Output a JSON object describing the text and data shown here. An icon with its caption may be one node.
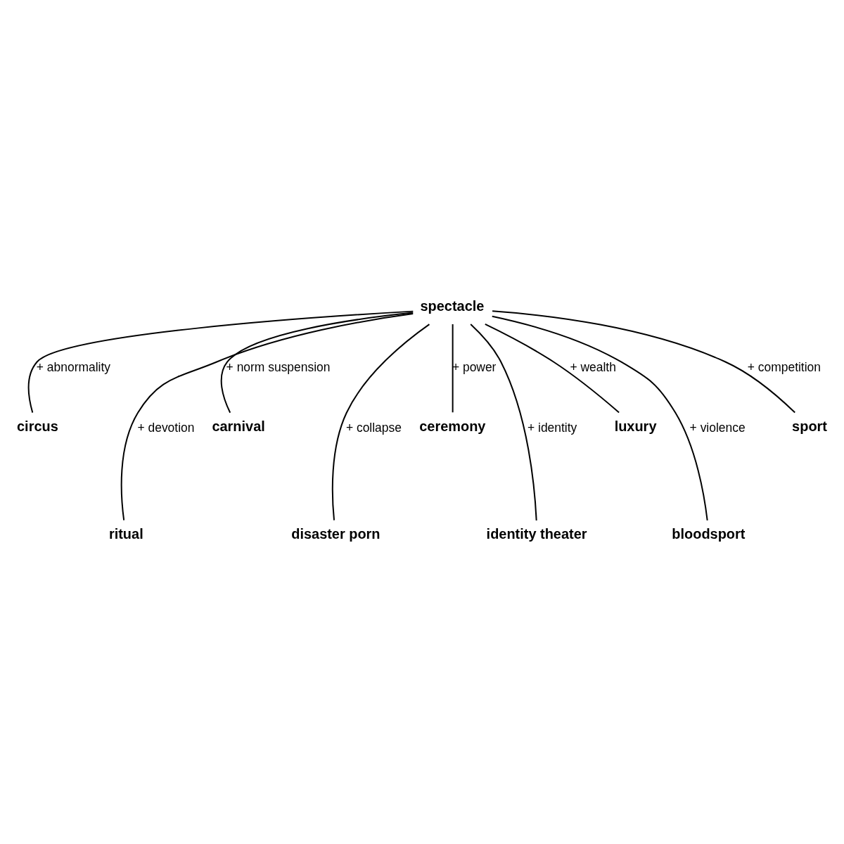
{
  "diagram": {
    "nodes": [
      {
        "text": [
          "spectacle"
        ]
      },
      {
        "text": [
          "circus"
        ]
      },
      {
        "text": [
          "carnival"
        ]
      },
      {
        "text": [
          "ceremony"
        ]
      },
      {
        "text": [
          "luxury"
        ]
      },
      {
        "text": [
          "sport"
        ]
      },
      {
        "text": [
          "ritual"
        ]
      },
      {
        "text": [
          "disaster porn"
        ]
      },
      {
        "text": [
          "identity theater"
        ]
      },
      {
        "text": [
          "bloodsport"
        ]
      }
    ],
    "edges": [
      {
        "from": 0,
        "to": 1,
        "arrow": "none",
        "label": "+ abnormality"
      },
      {
        "from": 0,
        "to": 6,
        "arrow": "none",
        "label": "+ devotion"
      },
      {
        "from": 0,
        "to": 2,
        "arrow": "none",
        "label": "+ norm suspension"
      },
      {
        "from": 0,
        "to": 7,
        "arrow": "none",
        "label": "+ collapse"
      },
      {
        "from": 0,
        "to": 3,
        "arrow": "none",
        "label": "+ power"
      },
      {
        "from": 0,
        "to": 8,
        "arrow": "none",
        "label": "+ identity"
      },
      {
        "from": 0,
        "to": 4,
        "arrow": "none",
        "label": "+ wealth"
      },
      {
        "from": 0,
        "to": 9,
        "arrow": "none",
        "label": "+ violence"
      },
      {
        "from": 0,
        "to": 5,
        "arrow": "none",
        "label": "+ competition"
      }
    ]
  }
}
